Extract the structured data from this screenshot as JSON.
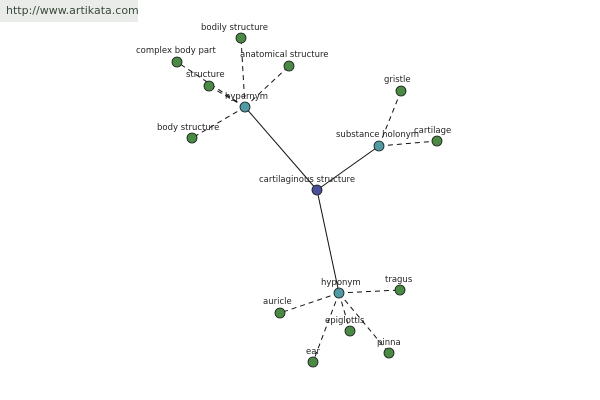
{
  "watermark": "http://www.artikata.com",
  "colors": {
    "center": "#4a4f99",
    "relation": "#4f9aa3",
    "leaf": "#4a8a45"
  },
  "nodes": [
    {
      "id": "cartilaginous-structure",
      "label": "cartilaginous structure",
      "kind": "center"
    },
    {
      "id": "hypernym",
      "label": "hypernym",
      "kind": "relation"
    },
    {
      "id": "substance-holonym",
      "label": "substance holonym",
      "kind": "relation"
    },
    {
      "id": "hyponym",
      "label": "hyponym",
      "kind": "relation"
    },
    {
      "id": "bodily-structure",
      "label": "bodily structure",
      "kind": "leaf"
    },
    {
      "id": "complex-body-part",
      "label": "complex body part",
      "kind": "leaf"
    },
    {
      "id": "anatomical-structure",
      "label": "anatomical structure",
      "kind": "leaf"
    },
    {
      "id": "structure",
      "label": "structure",
      "kind": "leaf"
    },
    {
      "id": "body-structure",
      "label": "body structure",
      "kind": "leaf"
    },
    {
      "id": "gristle",
      "label": "gristle",
      "kind": "leaf"
    },
    {
      "id": "cartilage",
      "label": "cartilage",
      "kind": "leaf"
    },
    {
      "id": "tragus",
      "label": "tragus",
      "kind": "leaf"
    },
    {
      "id": "auricle",
      "label": "auricle",
      "kind": "leaf"
    },
    {
      "id": "epiglottis",
      "label": "epiglottis",
      "kind": "leaf"
    },
    {
      "id": "ear",
      "label": "ear",
      "kind": "leaf"
    },
    {
      "id": "pinna",
      "label": "pinna",
      "kind": "leaf"
    }
  ],
  "edges": [
    {
      "from": "cartilaginous-structure",
      "to": "hypernym",
      "style": "solid"
    },
    {
      "from": "cartilaginous-structure",
      "to": "substance-holonym",
      "style": "solid"
    },
    {
      "from": "cartilaginous-structure",
      "to": "hyponym",
      "style": "solid"
    },
    {
      "from": "hypernym",
      "to": "bodily-structure",
      "style": "dashed"
    },
    {
      "from": "hypernym",
      "to": "complex-body-part",
      "style": "dashed"
    },
    {
      "from": "hypernym",
      "to": "anatomical-structure",
      "style": "dashed"
    },
    {
      "from": "hypernym",
      "to": "structure",
      "style": "dashed"
    },
    {
      "from": "hypernym",
      "to": "body-structure",
      "style": "dashed"
    },
    {
      "from": "substance-holonym",
      "to": "gristle",
      "style": "dashed"
    },
    {
      "from": "substance-holonym",
      "to": "cartilage",
      "style": "dashed"
    },
    {
      "from": "hyponym",
      "to": "tragus",
      "style": "dashed"
    },
    {
      "from": "hyponym",
      "to": "auricle",
      "style": "dashed"
    },
    {
      "from": "hyponym",
      "to": "epiglottis",
      "style": "dashed"
    },
    {
      "from": "hyponym",
      "to": "ear",
      "style": "dashed"
    },
    {
      "from": "hyponym",
      "to": "pinna",
      "style": "dashed"
    }
  ]
}
